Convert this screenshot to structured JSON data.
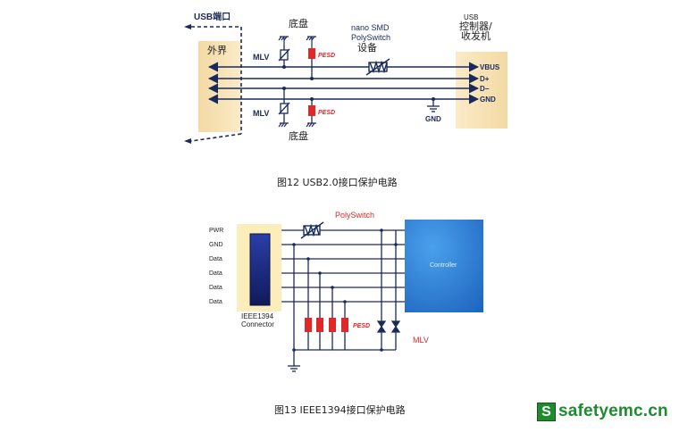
{
  "fig12": {
    "usb_port": "USB端口",
    "external": "外界",
    "chassis_top": "底盘",
    "chassis_bottom": "底盘",
    "mlv_top": "MLV",
    "mlv_bottom": "MLV",
    "pesd_top": "PESD",
    "pesd_bottom": "PESD",
    "polyswitch_line1": "nano  SMD",
    "polyswitch_line2": "PolySwitch",
    "polyswitch_line3": "设备",
    "controller_line1": "USB",
    "controller_line2": "控制器/",
    "controller_line3": "收发机",
    "signals": [
      "VBUS",
      "D+",
      "D−",
      "GND"
    ],
    "gnd_label": "GND",
    "caption": "图12 USB2.0接口保护电路"
  },
  "fig13": {
    "pins": [
      "PWR",
      "GND",
      "Data",
      "Data",
      "Data",
      "Data"
    ],
    "connector_line1": "IEEE1394",
    "connector_line2": "Connector",
    "polyswitch": "PolySwitch",
    "controller": "Controller",
    "pesd": "PESD",
    "mlv": "MLV",
    "caption": "图13 IEEE1394接口保护电路"
  },
  "watermark": {
    "badge": "S",
    "text": "safetyemc.cn"
  },
  "colors": {
    "panel": "#f5deb0",
    "pesd": "#e02828",
    "wire": "#1a2a5a",
    "controller": "#2e7fd6",
    "connector": "#1e2a8a"
  }
}
